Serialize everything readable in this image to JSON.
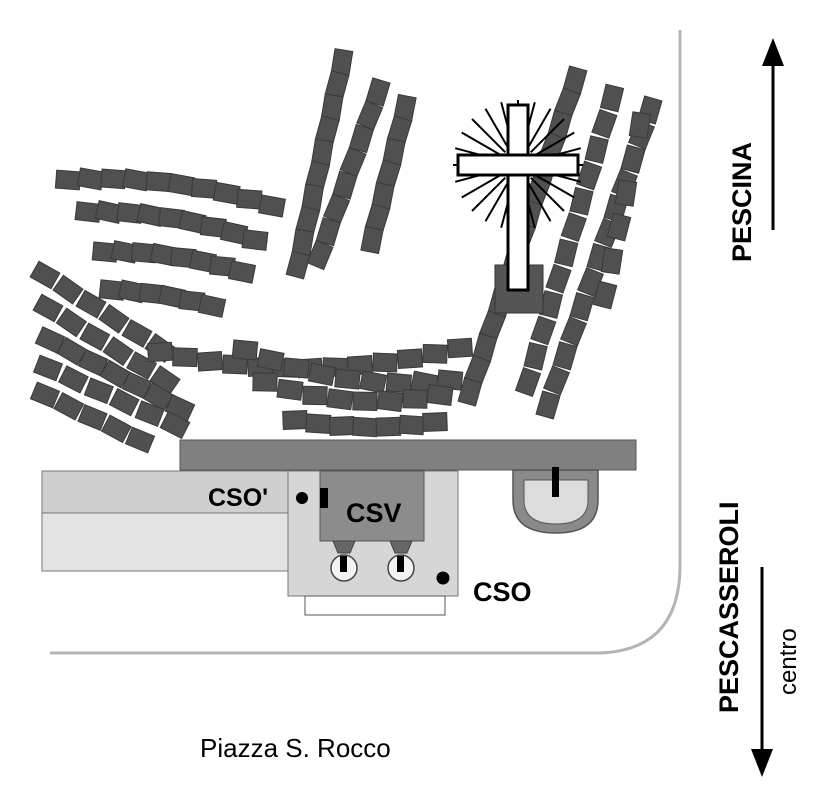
{
  "labels": {
    "cso_prime": "CSO'",
    "csv": "CSV",
    "cso": "CSO",
    "pescina": "PESCINA",
    "pescasseroli": "PESCASSEROLI",
    "centro": "centro",
    "piazza": "Piazza S. Rocco"
  },
  "colors": {
    "seat": "#505050",
    "stage": "#808080",
    "platform_light": "#d6d6d6",
    "platform_lighter": "#e6e6e6",
    "csv_box": "#8c8c8c",
    "road": "#b4b4b4"
  },
  "icons": {
    "cross": "cross-icon",
    "arrow_up": "arrow-up-icon",
    "arrow_down": "arrow-down-icon"
  }
}
